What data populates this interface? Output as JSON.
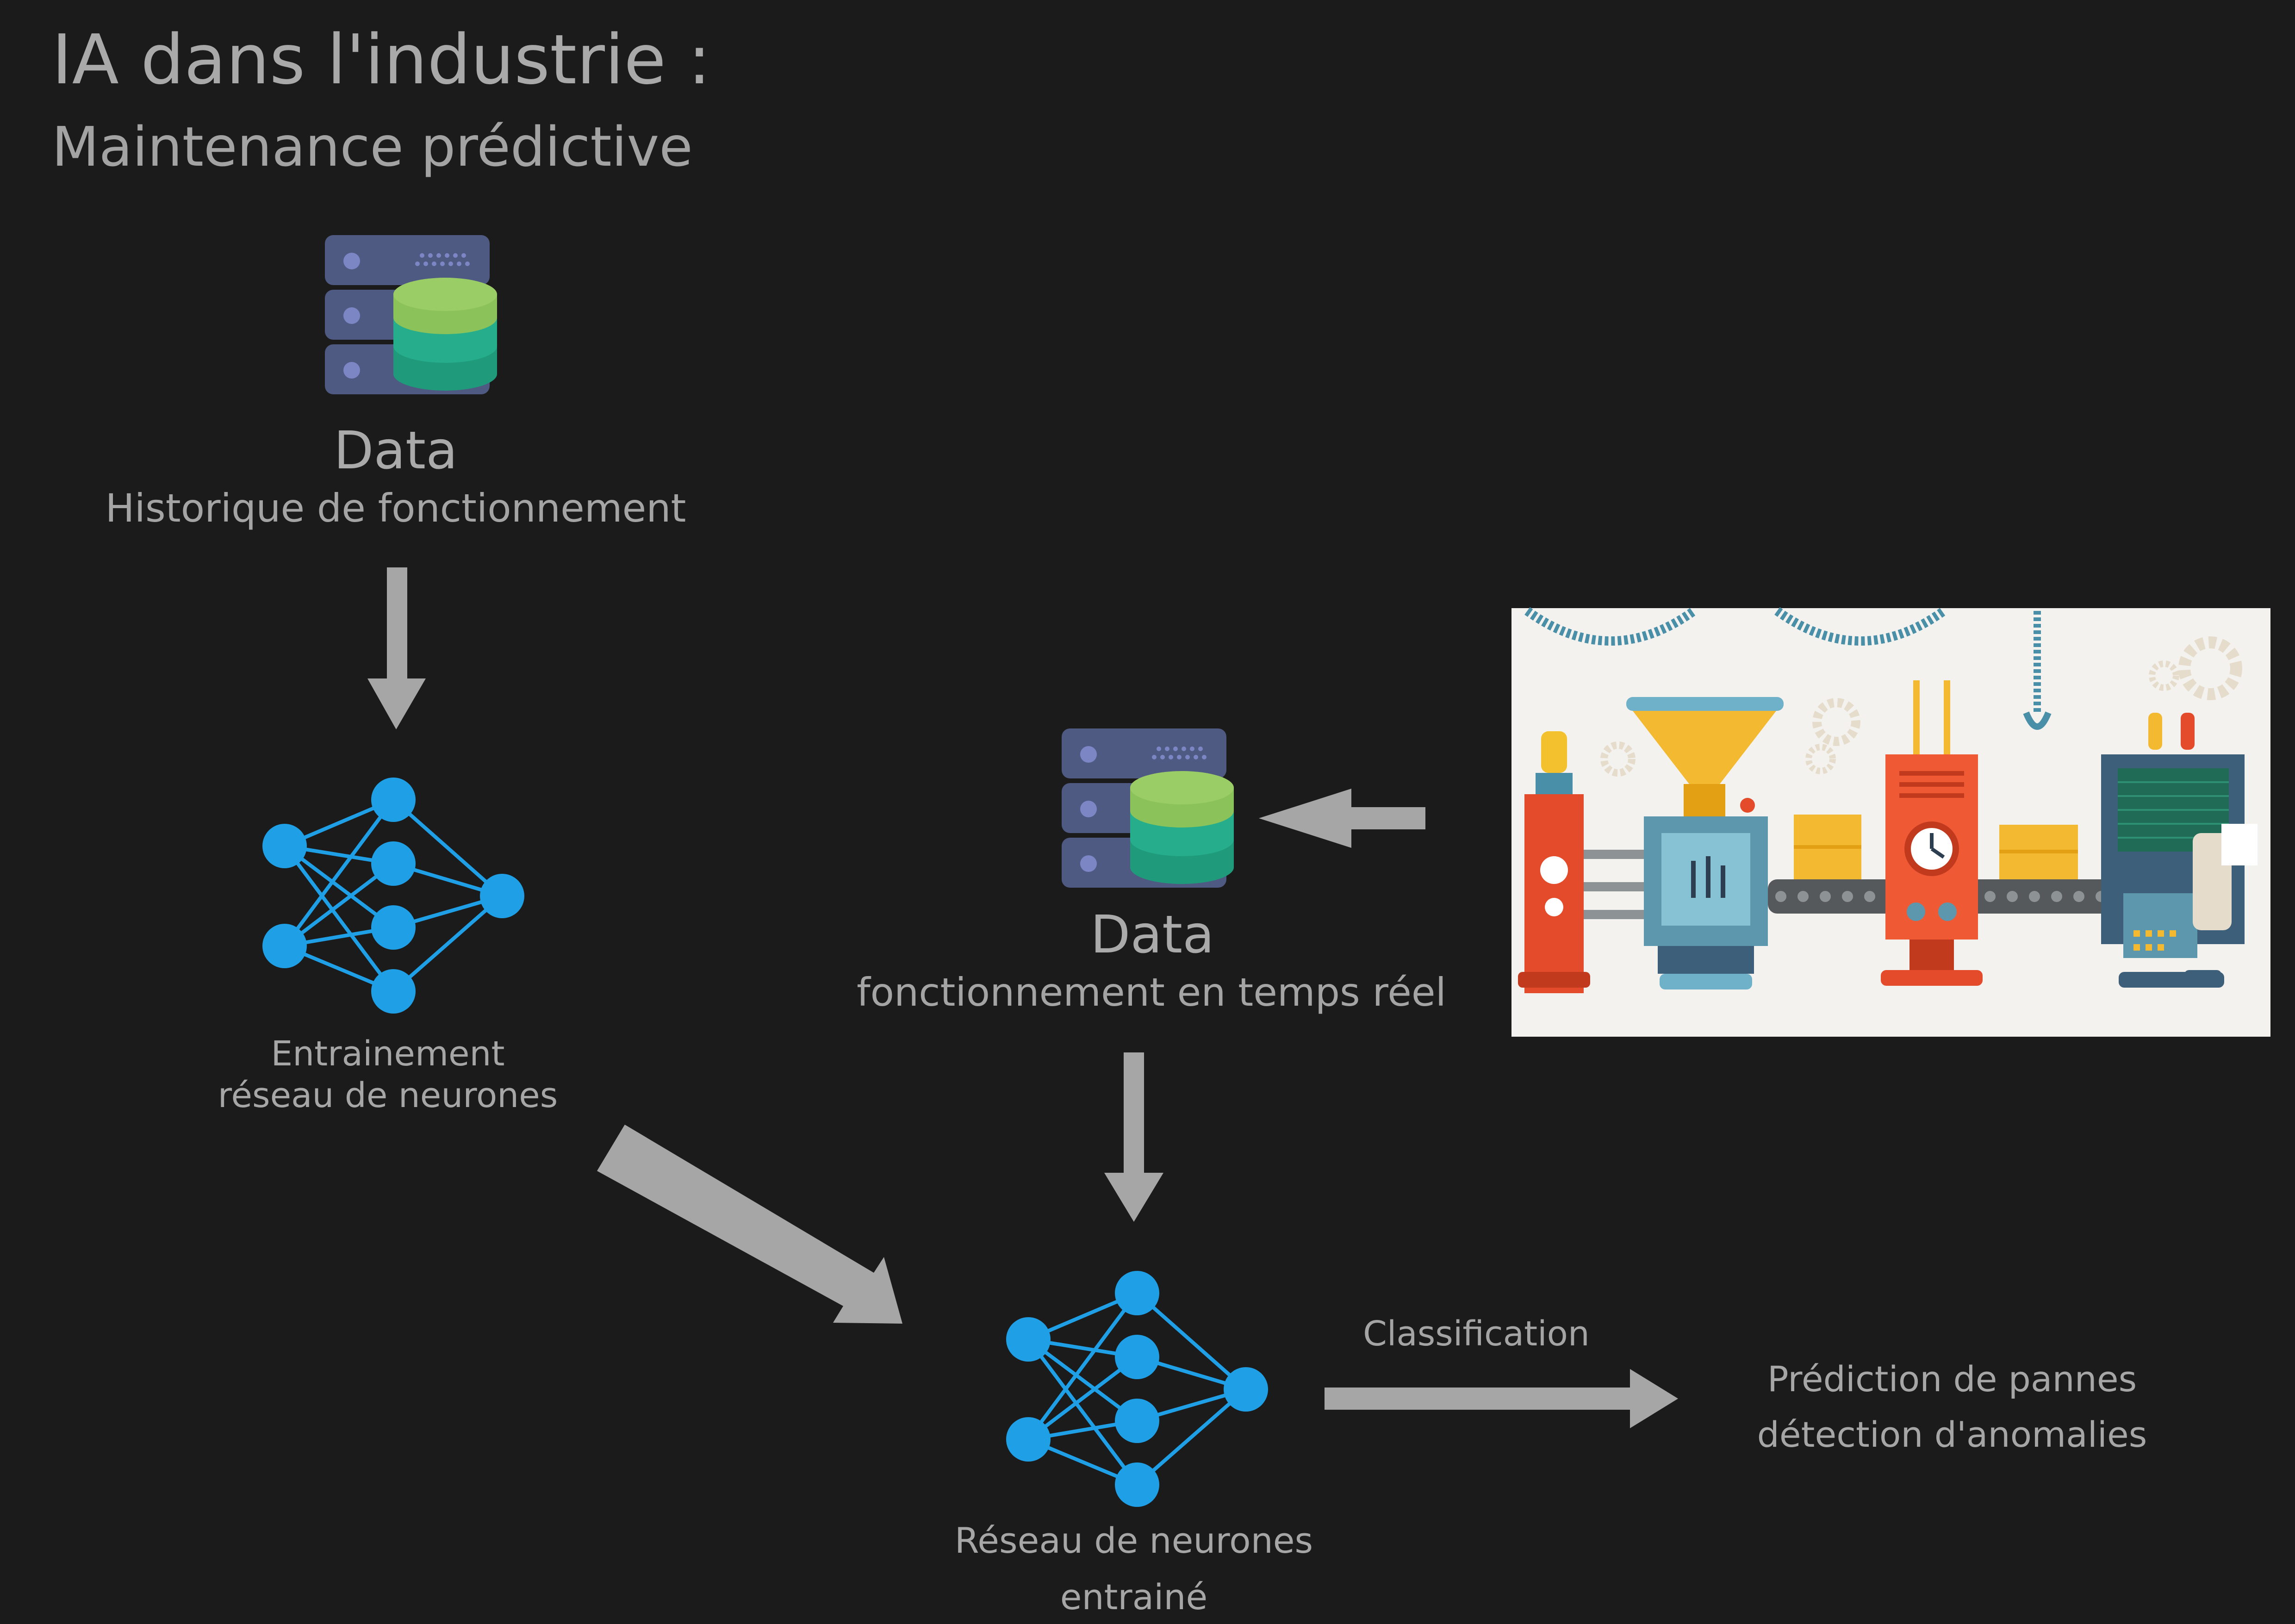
{
  "title": "IA dans l'industrie :",
  "subtitle": "Maintenance prédictive",
  "history_data": {
    "heading": "Data",
    "caption": "Historique de fonctionnement"
  },
  "training": {
    "line1": "Entrainement",
    "line2": "réseau de neurones"
  },
  "realtime_data": {
    "heading": "Data",
    "caption": "fonctionnement en temps réel"
  },
  "trained_network": {
    "line1": "Réseau de neurones",
    "line2": "entrainé"
  },
  "classification_label": "Classification",
  "output": {
    "line1": "Prédiction de pannes",
    "line2": "détection d'anomalies"
  },
  "colors": {
    "background": "#1b1b1b",
    "arrow": "#a6a6a6",
    "neuron": "#1e9fe6",
    "server": "#4f5a82",
    "db_top": "#8cc25a",
    "db_mid": "#26ad8c",
    "db_bottom": "#1f9a7a"
  },
  "icons": [
    "database-server-icon",
    "neural-network-icon",
    "factory-assembly-line-illustration"
  ]
}
